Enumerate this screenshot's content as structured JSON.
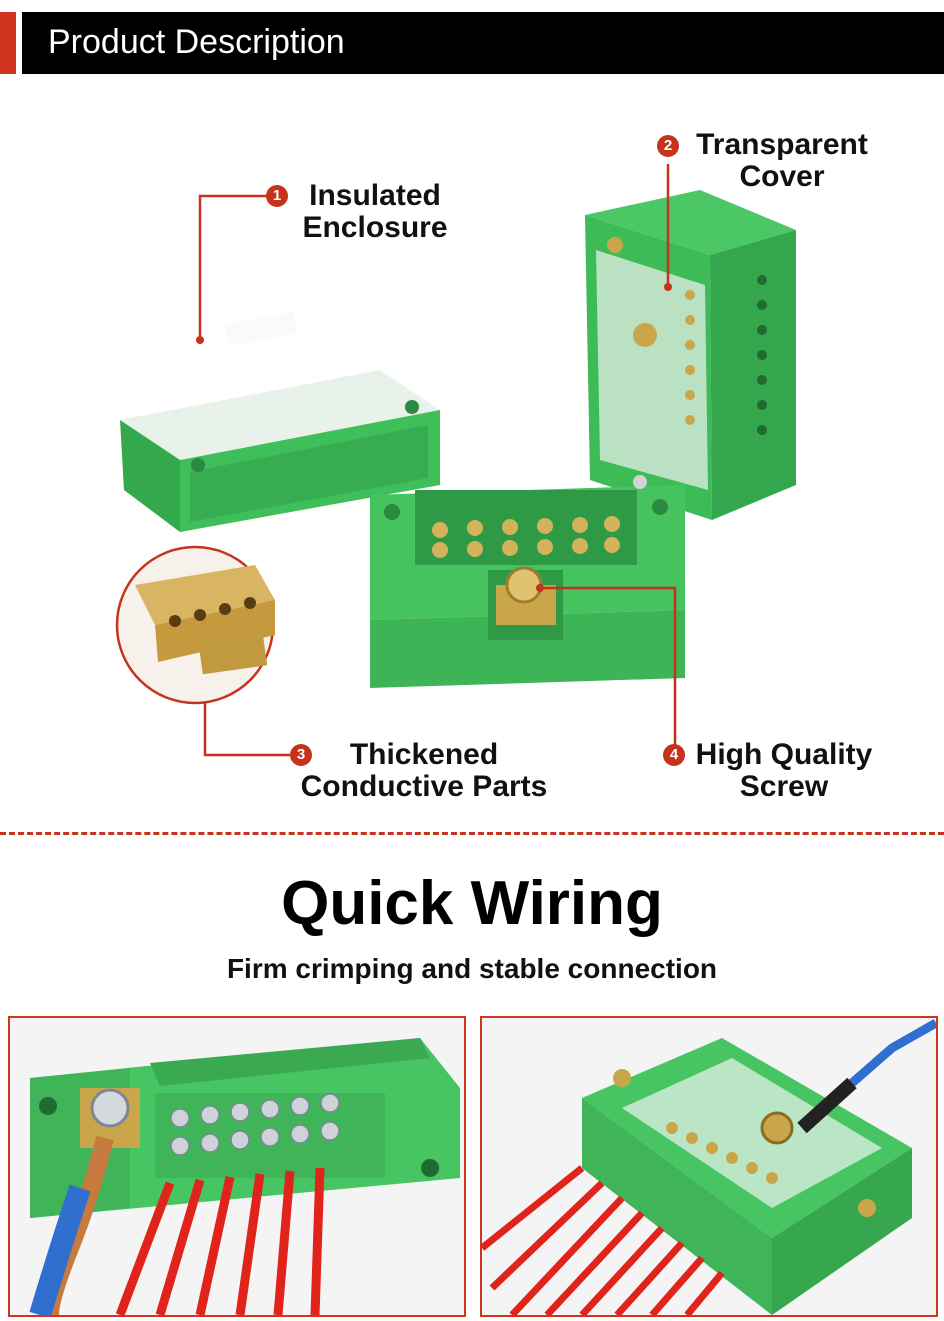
{
  "header": {
    "title": "Product Description"
  },
  "callouts": [
    {
      "number": "1",
      "line1": "Insulated",
      "line2": "Enclosure"
    },
    {
      "number": "2",
      "line1": "Transparent",
      "line2": "Cover"
    },
    {
      "number": "3",
      "line1": "Thickened",
      "line2": "Conductive Parts"
    },
    {
      "number": "4",
      "line1": "High Quality",
      "line2": "Screw"
    }
  ],
  "wiring": {
    "title": "Quick Wiring",
    "subtitle": "Firm crimping and stable connection"
  },
  "colors": {
    "accent": "#d0331f",
    "enclosure_green": "#3fbf5a",
    "brass": "#c9a64a",
    "wire_red": "#e0241b",
    "wire_blue": "#2f6fd0"
  },
  "icons": [
    "product-photo",
    "brass-detail-photo",
    "wiring-photo-left",
    "wiring-photo-right"
  ]
}
